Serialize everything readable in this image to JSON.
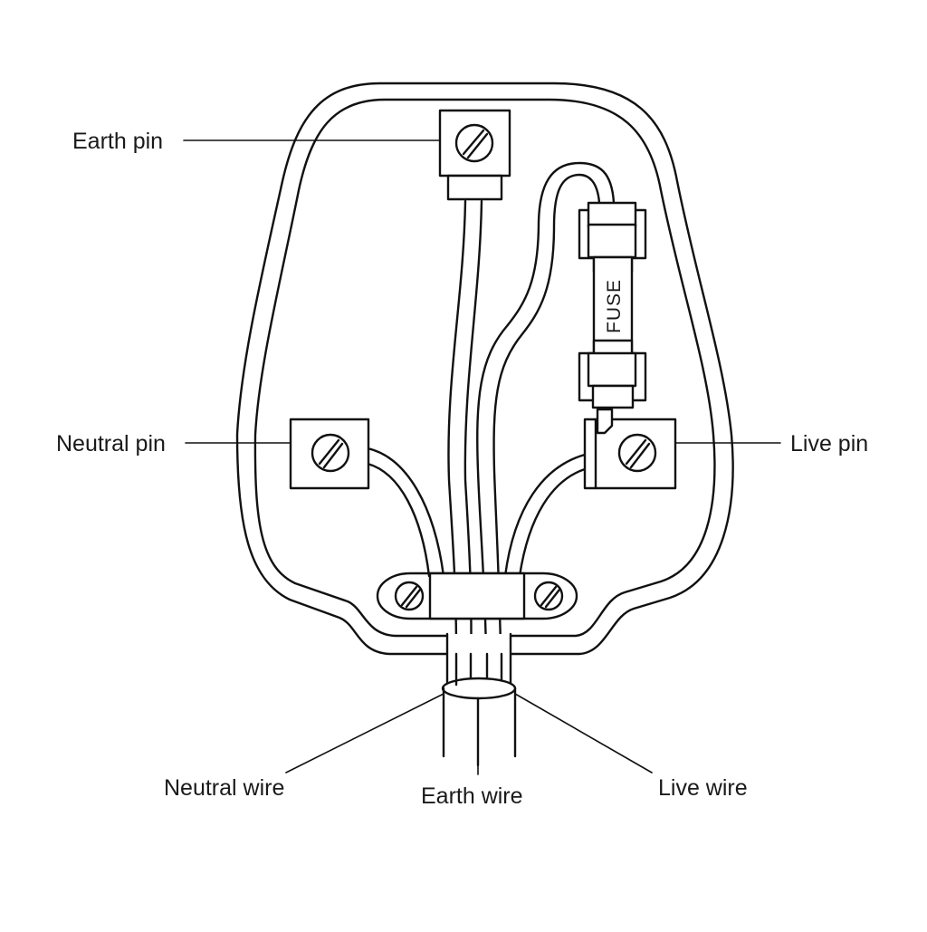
{
  "labels": {
    "earth_pin": "Earth pin",
    "neutral_pin": "Neutral pin",
    "live_pin": "Live pin",
    "neutral_wire": "Neutral wire",
    "earth_wire": "Earth wire",
    "live_wire": "Live wire",
    "fuse": "FUSE"
  },
  "colors": {
    "stroke": "#111111",
    "background": "#ffffff",
    "text": "#1a1a1a"
  },
  "icons": [
    "screw-icon"
  ]
}
